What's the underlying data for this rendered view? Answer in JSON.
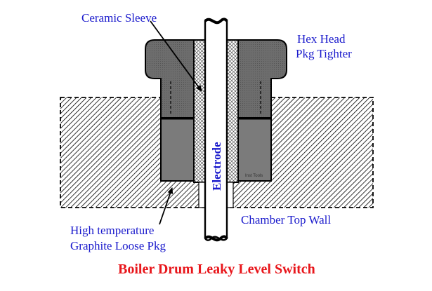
{
  "labels": {
    "ceramic_sleeve": "Ceramic Sleeve",
    "hex_head_line1": "Hex Head",
    "hex_head_line2": "Pkg Tighter",
    "electrode": "Electrode",
    "chamber_top_wall": "Chamber Top Wall",
    "packing_line1": "High temperature",
    "packing_line2": "Graphite Loose Pkg",
    "watermark": "Inst Tools"
  },
  "title": "Boiler Drum Leaky Level Switch",
  "colors": {
    "label_blue": "#1a1acc",
    "title_red": "#e8161b",
    "packing_grey": "#7b7b7b",
    "hex_grey": "#6d6d6d",
    "outline": "#000000"
  }
}
